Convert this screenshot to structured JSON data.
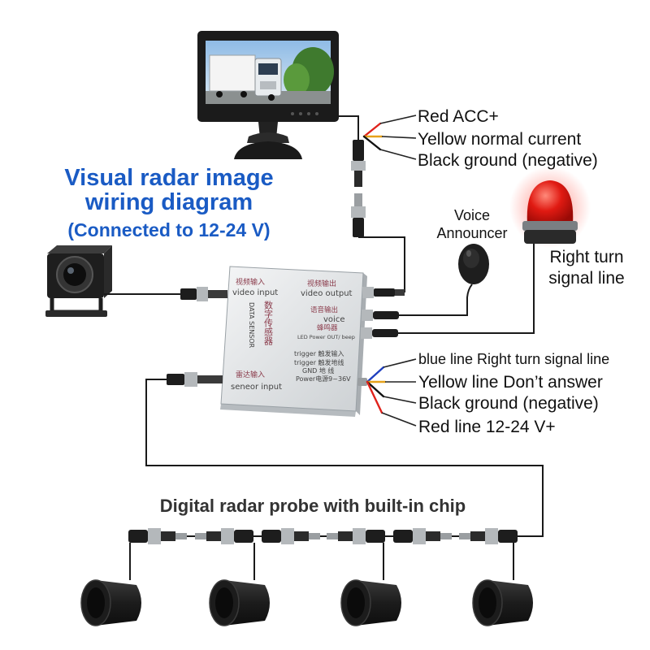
{
  "title": {
    "line1": "Visual radar image",
    "line2": "wiring diagram",
    "line3": "(Connected to 12-24 V)"
  },
  "monitor_wires": {
    "red": "Red ACC+",
    "yellow": "Yellow normal current",
    "black": "Black ground (negative)"
  },
  "voice_announcer": {
    "line1": "Voice",
    "line2": "Announcer"
  },
  "turn_signal": {
    "line1": "Right turn",
    "line2": "signal line"
  },
  "power_wires": {
    "blue": "blue line Right turn signal line",
    "yellow": "Yellow line  Don’t answer",
    "black": "Black ground (negative)",
    "red": "Red line 12-24 V+"
  },
  "probe_caption": "Digital radar probe with built-in chip",
  "control_box": {
    "video_input_cn": "视频输入",
    "video_input": "video input",
    "video_output_cn": "视频输出",
    "video_output": "video output",
    "voice_cn": "语音输出",
    "voice": "voice",
    "beep_cn": "蜂鸣器",
    "led": "LED Power OUT/ beep",
    "sensor_cn": "数字传感器",
    "sensor_en": "DATA SENSOR",
    "trigger1": "trigger 触发输入",
    "trigger2": "trigger 触发地线",
    "gnd": "GND 地 线",
    "power": "Power电源9~36V",
    "sensor_input_cn": "雷达输入",
    "sensor_input": "seneor input"
  },
  "colors": {
    "title_blue": "#1a5bc4",
    "wire_red": "#e0221b",
    "wire_yellow": "#e6a21a",
    "wire_blue": "#1f3fbf",
    "wire_black": "#111111"
  }
}
